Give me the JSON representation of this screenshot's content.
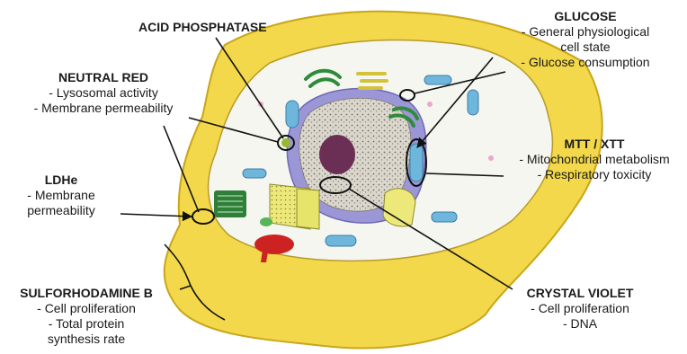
{
  "colors": {
    "cytoplasm": "#f2d84a",
    "cytoplasm_edge": "#d4b21e",
    "interior": "#f4f6ef",
    "nucleus": "#9b97d6",
    "nucleoplasm": "#ded9cf",
    "nucleolus": "#6b2f56",
    "golgi": "#2e8b3a",
    "er_rough": "#e4e060",
    "mitochondria": "#6fb6dc",
    "chloro_like": "#2f7e3a",
    "red_organelle": "#cc2222",
    "pointer": "#111111"
  },
  "labels": {
    "acid_phosphatase": {
      "title": "ACID PHOSPHATASE"
    },
    "glucose": {
      "title": "GLUCOSE",
      "lines": [
        "- General physiological",
        "cell state",
        "- Glucose consumption"
      ]
    },
    "neutral_red": {
      "title": "NEUTRAL RED",
      "lines": [
        "- Lysosomal activity",
        "- Membrane permeability"
      ]
    },
    "mtt_xtt": {
      "title": "MTT / XTT",
      "lines": [
        "- Mitochondrial metabolism",
        "- Respiratory toxicity"
      ]
    },
    "ldhe": {
      "title": "LDHe",
      "lines": [
        "- Membrane",
        "permeability"
      ]
    },
    "sulforhodamine_b": {
      "title": "SULFORHODAMINE B",
      "lines": [
        "- Cell proliferation",
        "- Total protein",
        "synthesis rate"
      ]
    },
    "crystal_violet": {
      "title": "CRYSTAL VIOLET",
      "lines": [
        "- Cell proliferation",
        "- DNA"
      ]
    }
  }
}
